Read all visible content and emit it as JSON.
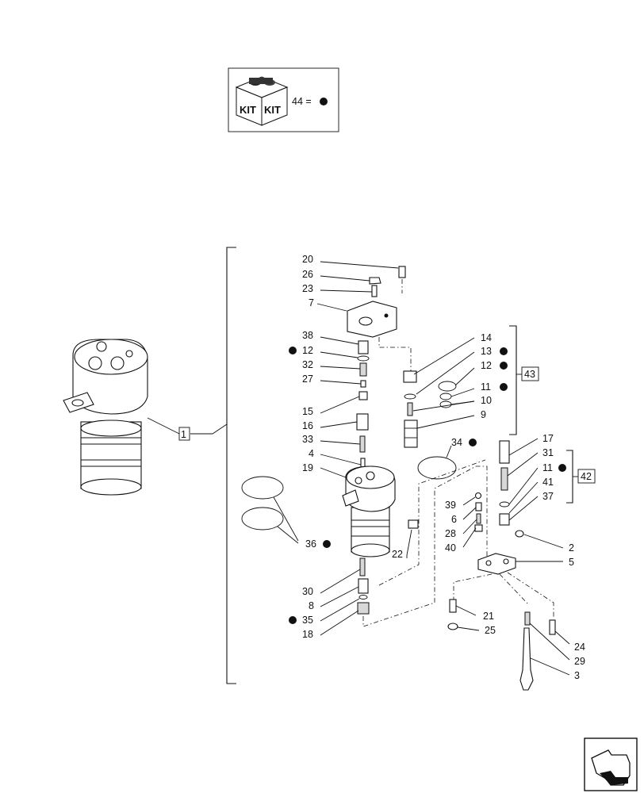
{
  "kit_legend": {
    "left_text": "KIT",
    "right_text": "KIT",
    "equation": "44 =",
    "icon": "black-dot"
  },
  "main_assembly": {
    "ref": "1"
  },
  "kits": [
    {
      "ref": "43"
    },
    {
      "ref": "42"
    }
  ],
  "callouts": {
    "c20": "20",
    "c26": "26",
    "c23": "23",
    "c7": "7",
    "c38": "38",
    "c12a": "12",
    "c32": "32",
    "c27": "27",
    "c15": "15",
    "c16": "16",
    "c33": "33",
    "c4": "4",
    "c19": "19",
    "c14": "14",
    "c13": "13",
    "c12b": "12",
    "c11a": "11",
    "c10": "10",
    "c9": "9",
    "c34": "34",
    "c17": "17",
    "c31": "31",
    "c11b": "11",
    "c41": "41",
    "c37": "37",
    "c39": "39",
    "c6": "6",
    "c28": "28",
    "c40": "40",
    "c2": "2",
    "c5": "5",
    "c22": "22",
    "c36": "36",
    "c30": "30",
    "c8": "8",
    "c35": "35",
    "c18": "18",
    "c21": "21",
    "c25": "25",
    "c24": "24",
    "c29": "29",
    "c3": "3"
  },
  "nav": {
    "icon": "next-page-arrow-icon"
  }
}
